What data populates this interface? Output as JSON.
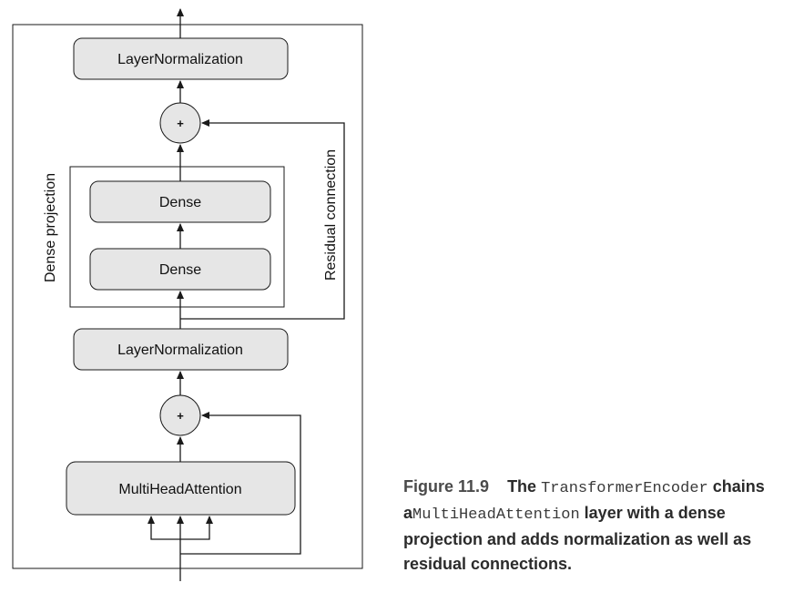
{
  "diagram": {
    "top_norm_label": "LayerNormalization",
    "mid_norm_label": "LayerNormalization",
    "dense_upper_label": "Dense",
    "dense_lower_label": "Dense",
    "mha_label": "MultiHeadAttention",
    "add_top_symbol": "+",
    "add_bottom_symbol": "+",
    "dense_projection_label": "Dense projection",
    "residual_connection_label": "Residual connection"
  },
  "caption": {
    "figure_number": "Figure 11.9",
    "part1": "The",
    "code1": "TransformerEncoder",
    "part2": "chains a",
    "code2": "MultiHeadAttention",
    "part3": "layer with a dense projection and adds normalization as well as residual connections."
  },
  "colors": {
    "box_fill": "#e6e6e6",
    "stroke": "#1a1a1a",
    "caption_text": "#2b2b2b"
  }
}
